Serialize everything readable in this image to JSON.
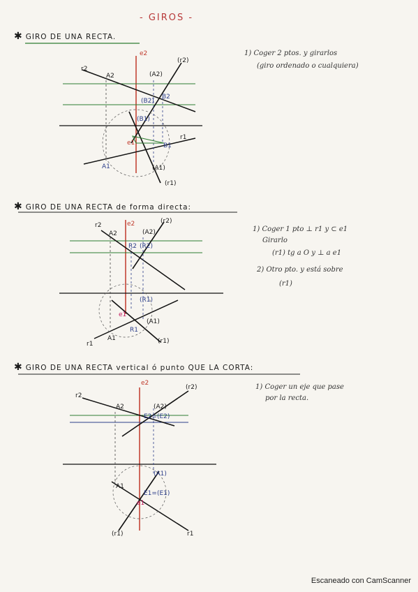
{
  "title": "- GIROS -",
  "sections": [
    {
      "heading": "GIRO DE UNA RECTA.",
      "notes": [
        "1) Coger 2 ptos. y girarlos",
        "(giro ordenado o cualquiera)"
      ],
      "labels": [
        "e2",
        "(r2)",
        "r2",
        "A2",
        "(A2)",
        "B2",
        "(B2)",
        "(B1)",
        "e1",
        "B1",
        "r1",
        "A1",
        "(A1)",
        "(r1)"
      ]
    },
    {
      "heading": "GIRO DE UNA RECTA de forma directa:",
      "notes": [
        "1) Coger 1 pto ⊥ r1 y ⊂ e1",
        "Girarlo",
        "(r1) tg a O y ⊥ a e1",
        "2) Otro pto. y está sobre",
        "(r1)"
      ],
      "labels": [
        "r2",
        "e2",
        "(r2)",
        "A2",
        "(A2)",
        "R2",
        "(R2)",
        "(R1)",
        "e1",
        "R1",
        "(A1)",
        "r1",
        "A1",
        "(r1)"
      ]
    },
    {
      "heading": "GIRO DE UNA RECTA vertical ó punto QUE LA CORTA:",
      "notes": [
        "1) Coger un eje que pase",
        "por la recta."
      ],
      "labels": [
        "e2",
        "(r2)",
        "r2",
        "A2",
        "(A2)",
        "E2=(E2)",
        "(A1)",
        "A1",
        "E1=(E1)",
        "e1",
        "(r1)",
        "r1"
      ]
    }
  ],
  "footer": "Escaneado con CamScanner"
}
